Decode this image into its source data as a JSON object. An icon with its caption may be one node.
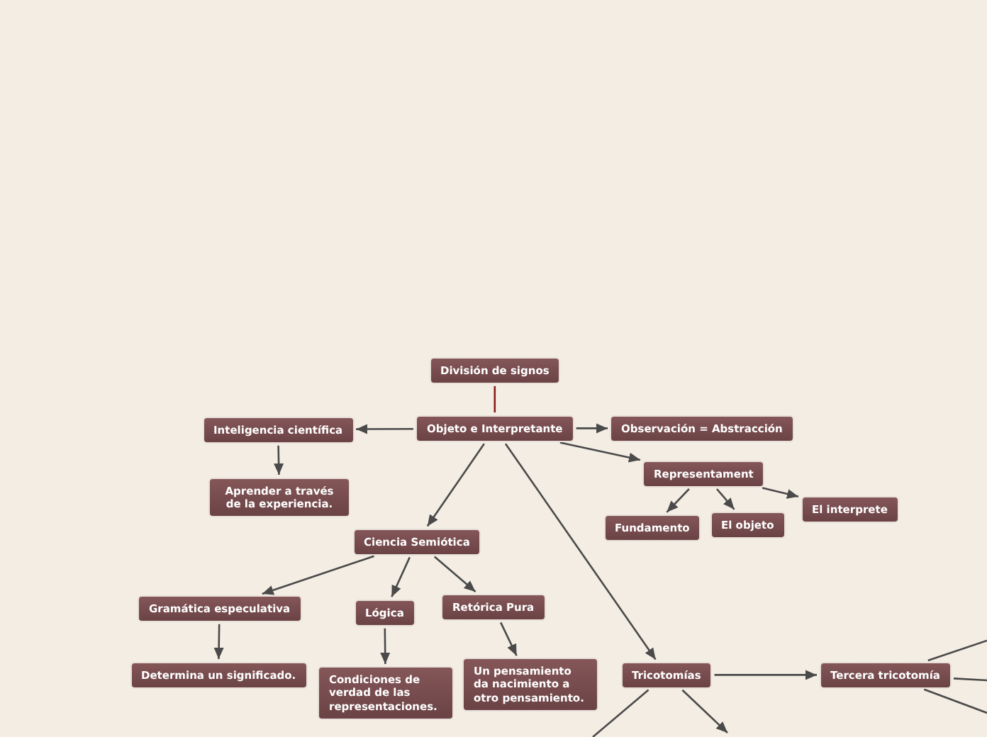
{
  "diagram": {
    "nodes": [
      {
        "text": [
          "División de signos"
        ]
      },
      {
        "text": [
          "Objeto e Interpretante"
        ]
      },
      {
        "text": [
          "Inteligencia científica"
        ]
      },
      {
        "text": [
          "Aprender a través de la experiencia."
        ]
      },
      {
        "text": [
          "Observación = Abstracción"
        ]
      },
      {
        "text": [
          "Representament"
        ]
      },
      {
        "text": [
          "Fundamento"
        ]
      },
      {
        "text": [
          "El objeto"
        ]
      },
      {
        "text": [
          "El interprete"
        ]
      },
      {
        "text": [
          "Ciencia Semiótica"
        ]
      },
      {
        "text": [
          "Gramática especulativa"
        ]
      },
      {
        "text": [
          "Lógica"
        ]
      },
      {
        "text": [
          "Retórica Pura"
        ]
      },
      {
        "text": [
          "Determina un significado."
        ]
      },
      {
        "text": [
          "Condiciones de verdad de las representaciones."
        ]
      },
      {
        "text": [
          "Un pensamiento da nacimiento a otro pensamiento."
        ]
      },
      {
        "text": [
          "Tricotomías"
        ]
      },
      {
        "text": [
          "Tercera tricotomía"
        ]
      }
    ],
    "edges": [
      {
        "from": 0,
        "to": 1,
        "arrow": "none",
        "color": "#8b1c1c"
      },
      {
        "from": 1,
        "to": 2,
        "arrow": "to"
      },
      {
        "from": 2,
        "to": 3,
        "arrow": "to"
      },
      {
        "from": 1,
        "to": 4,
        "arrow": "to"
      },
      {
        "from": 1,
        "to": 5,
        "arrow": "to"
      },
      {
        "from": 5,
        "to": 6,
        "arrow": "to"
      },
      {
        "from": 5,
        "to": 7,
        "arrow": "to"
      },
      {
        "from": 5,
        "to": 8,
        "arrow": "to"
      },
      {
        "from": 1,
        "to": 9,
        "arrow": "to"
      },
      {
        "from": 9,
        "to": 10,
        "arrow": "to"
      },
      {
        "from": 9,
        "to": 11,
        "arrow": "to"
      },
      {
        "from": 9,
        "to": 12,
        "arrow": "to"
      },
      {
        "from": 10,
        "to": 13,
        "arrow": "to"
      },
      {
        "from": 11,
        "to": 14,
        "arrow": "to"
      },
      {
        "from": 12,
        "to": 15,
        "arrow": "to"
      },
      {
        "from": 1,
        "to": 16,
        "arrow": "to"
      },
      {
        "from": 16,
        "to": 17,
        "arrow": "to"
      },
      {
        "from": 16,
        "to": null,
        "arrow": "none"
      },
      {
        "from": 16,
        "to": null,
        "arrow": "to"
      },
      {
        "from": 17,
        "to": null,
        "arrow": "none"
      },
      {
        "from": 17,
        "to": null,
        "arrow": "none"
      },
      {
        "from": 17,
        "to": null,
        "arrow": "none"
      }
    ]
  }
}
